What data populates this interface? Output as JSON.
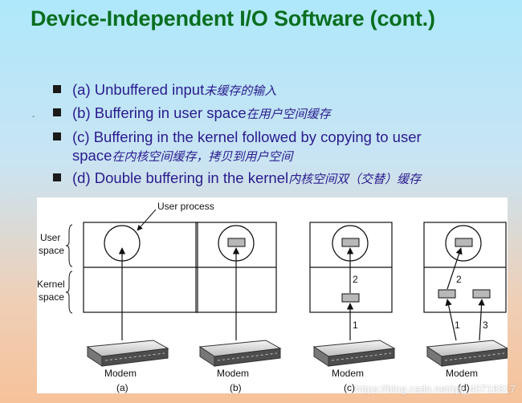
{
  "slide": {
    "title": "Device-Independent I/O Software (cont.)",
    "stray_mark": "-",
    "bullets": [
      {
        "en": "(a) Unbuffered input",
        "cn": "未缓存的输入",
        "en2": "",
        "cn2": ""
      },
      {
        "en": "(b) Buffering in user space",
        "cn": "在用户空间缓存",
        "en2": "",
        "cn2": ""
      },
      {
        "en": "(c) Buffering in the kernel followed by copying to user",
        "cn": "",
        "en2": "space",
        "cn2": "在内核空间缓存，拷贝到用户空间"
      },
      {
        "en": "(d) Double buffering in the kernel",
        "cn": "内核空间双（交替）缓存",
        "en2": "",
        "cn2": ""
      }
    ]
  },
  "figure": {
    "user_process_label": "User process",
    "user_space_label": [
      "User",
      "space"
    ],
    "kernel_space_label": [
      "Kernel",
      "space"
    ],
    "device_label": "Modem",
    "panels": [
      {
        "caption": "(a)",
        "arrow_labels": []
      },
      {
        "caption": "(b)",
        "arrow_labels": []
      },
      {
        "caption": "(c)",
        "arrow_labels": [
          "2",
          "1"
        ]
      },
      {
        "caption": "(d)",
        "arrow_labels": [
          "2",
          "1",
          "3"
        ]
      }
    ]
  },
  "watermark": "https://blog.csdn.net/qq_40718317",
  "colors": {
    "title": "#0a6e1e",
    "bullet_text": "#2a1a8e"
  }
}
